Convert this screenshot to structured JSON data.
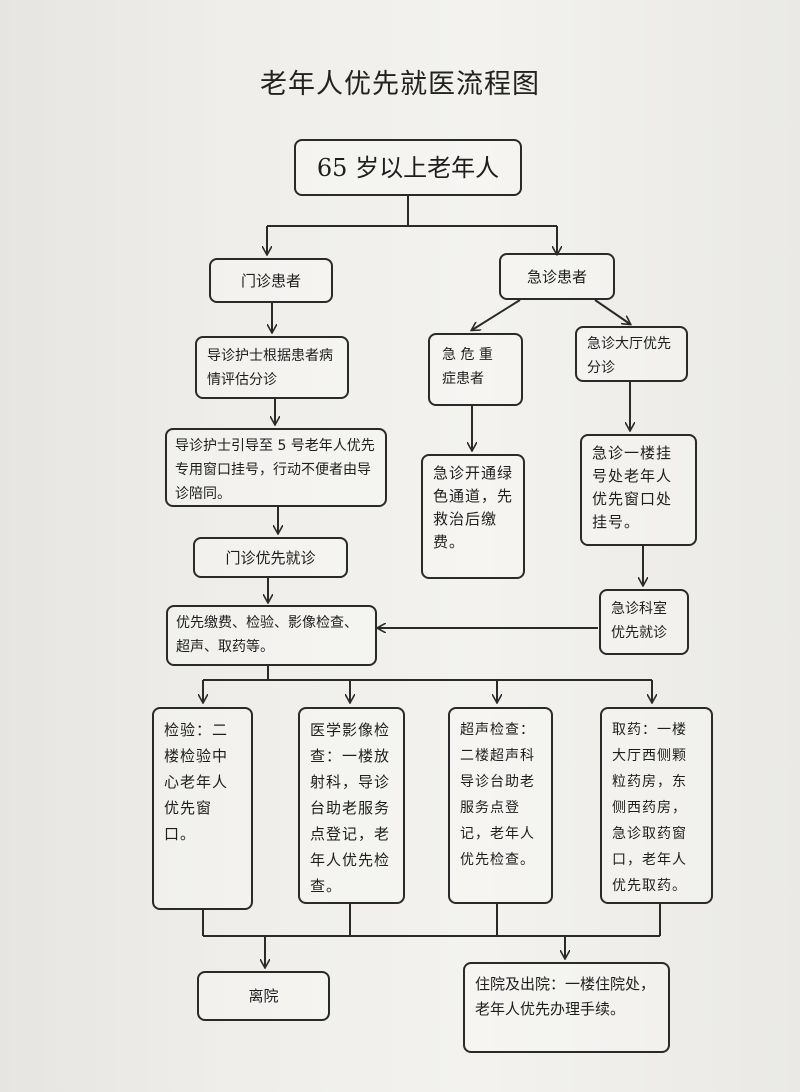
{
  "title": "老年人优先就医流程图",
  "nodes": {
    "root": "65 岁以上老年人",
    "outpatient": "门诊患者",
    "emergency": "急诊患者",
    "triage": "导诊护士根据患者病情评估分诊",
    "critical": "急 危 重 症患者",
    "er_hall": "急诊大厅优先分诊",
    "guide_window": "导诊护士引导至 5 号老年人优先专用窗口挂号，行动不便者由导诊陪同。",
    "green_channel": "急诊开通绿色通道，先救治后缴费。",
    "er_register": "急诊一楼挂号处老年人优先窗口处挂号。",
    "outpatient_priority": "门诊优先就诊",
    "er_dept": "急诊科室优先就诊",
    "services": "优先缴费、检验、影像检查、超声、取药等。",
    "lab": "检验：二楼检验中心老年人优先窗口。",
    "imaging": "医学影像检查：一楼放射科，导诊台助老服务点登记，老年人优先检查。",
    "ultrasound": "超声检查：二楼超声科导诊台助老服务点登记，老年人优先检查。",
    "pharmacy": "取药：一楼大厅西侧颗粒药房，东侧西药房，急诊取药窗口，老年人优先取药。",
    "leave": "离院",
    "admission": "住院及出院：一楼住院处，老年人优先办理手续。"
  },
  "colors": {
    "line": "#2a2a2a",
    "paper": "#efeeea"
  }
}
